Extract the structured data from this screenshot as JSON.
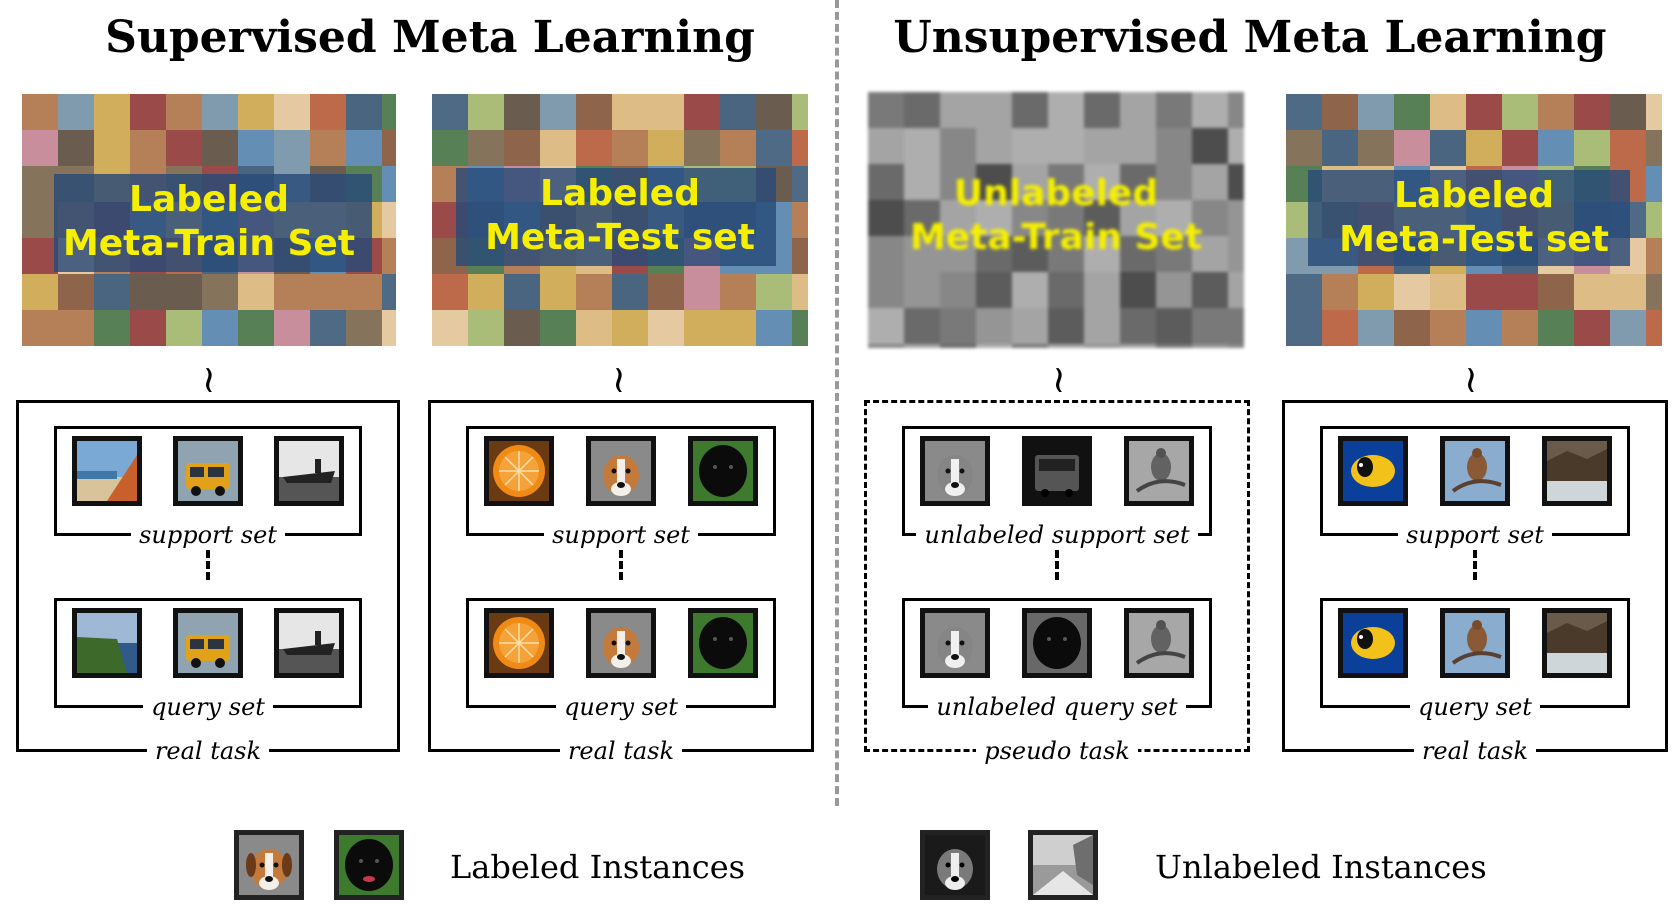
{
  "titles": {
    "supervised": "Supervised Meta Learning",
    "unsupervised": "Unsupervised Meta Learning"
  },
  "datasets": [
    {
      "line1": "Labeled",
      "line2": "Meta-Train Set",
      "style": "color"
    },
    {
      "line1": "Labeled",
      "line2": "Meta-Test set",
      "style": "color"
    },
    {
      "line1": "Unlabeled",
      "line2": "Meta-Train Set",
      "style": "gray"
    },
    {
      "line1": "Labeled",
      "line2": "Meta-Test set",
      "style": "color"
    }
  ],
  "sample_symbol": "~",
  "tasks": [
    {
      "support_label": "support set",
      "query_label": "query set",
      "task_label": "real task",
      "frame": "solid",
      "support_images": [
        "beach-cliff-image",
        "school-bus-image",
        "aircraft-carrier-image"
      ],
      "query_images": [
        "sea-cliff-image",
        "school-bus-image",
        "aircraft-carrier-image"
      ]
    },
    {
      "support_label": "support set",
      "query_label": "query set",
      "task_label": "real task",
      "frame": "solid",
      "support_images": [
        "orange-image",
        "dog-image",
        "black-dog-image"
      ],
      "query_images": [
        "orange-image",
        "dog-image",
        "black-dog-image"
      ]
    },
    {
      "support_label": "unlabeled support set",
      "query_label": "unlabeled query set",
      "task_label": "pseudo task",
      "frame": "dashed",
      "support_images": [
        "dog-image",
        "bus-image",
        "bird-image"
      ],
      "query_images": [
        "dog-image",
        "black-dog-image",
        "bird-image"
      ]
    },
    {
      "support_label": "support set",
      "query_label": "query set",
      "task_label": "real task",
      "frame": "solid",
      "support_images": [
        "fish-image",
        "bird-image",
        "rock-coast-image"
      ],
      "query_images": [
        "fish-image",
        "bird-image",
        "rock-coast-image"
      ]
    }
  ],
  "legend": {
    "labeled": "Labeled Instances",
    "unlabeled": "Unlabeled Instances"
  },
  "colors": {
    "label_text": "#f6f000",
    "label_overlay": "#284b78",
    "divider": "#999999"
  }
}
